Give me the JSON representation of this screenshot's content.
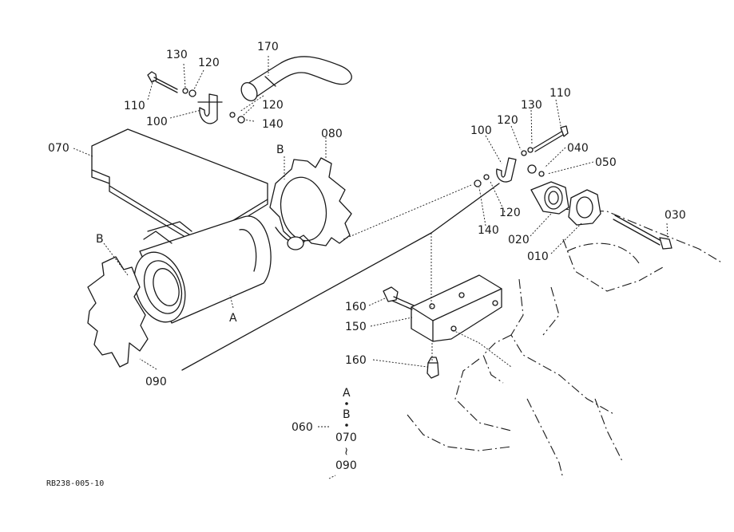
{
  "callouts": {
    "p170": "170",
    "p130a": "130",
    "p120a": "120",
    "p110a": "110",
    "p100a": "100",
    "p120b": "120",
    "p140a": "140",
    "p070": "070",
    "p080": "080",
    "pB1": "B",
    "pB2": "B",
    "pA": "A",
    "p090": "090",
    "p100b": "100",
    "p120c": "120",
    "p130b": "130",
    "p110b": "110",
    "p040": "040",
    "p050": "050",
    "p120d": "120",
    "p140b": "140",
    "p020": "020",
    "p010": "010",
    "p030": "030",
    "p160a": "160",
    "p150": "150",
    "p160b": "160"
  },
  "assembly_note": {
    "part": "060",
    "line1": "A",
    "line2": "B",
    "line3": "070",
    "tilde": "~",
    "line4": "090"
  },
  "figure_code": "RB238-005-10"
}
